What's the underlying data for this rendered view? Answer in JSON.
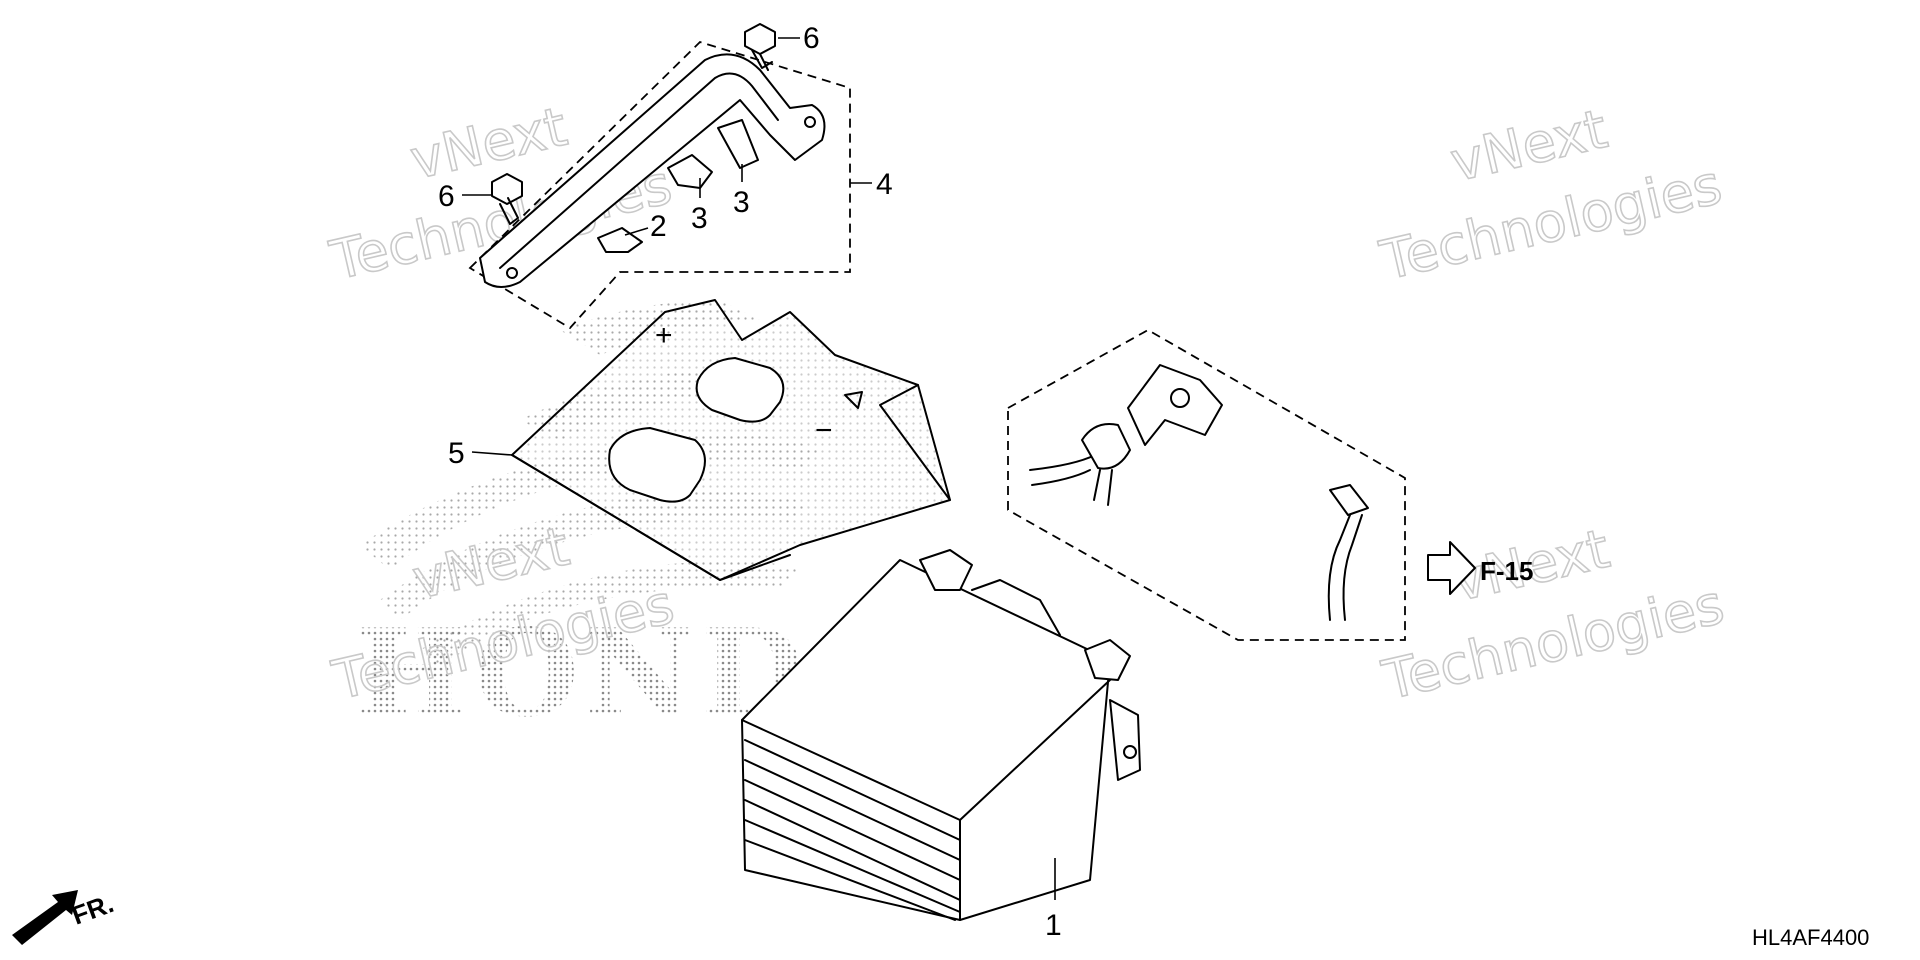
{
  "diagram": {
    "callouts": {
      "battery": "1",
      "pad_small": "2",
      "pad_a": "3",
      "pad_b": "3",
      "band_assy": "4",
      "cover": "5",
      "bolt_top": "6",
      "bolt_left": "6"
    },
    "cover_marks": {
      "plus": "+",
      "minus": "−"
    },
    "reference": "F-15",
    "front_label": "FR.",
    "diagram_code": "HL4AF4400",
    "brand": "HONDA",
    "watermark": {
      "line1": "vNext",
      "line2": "Technologies"
    }
  }
}
